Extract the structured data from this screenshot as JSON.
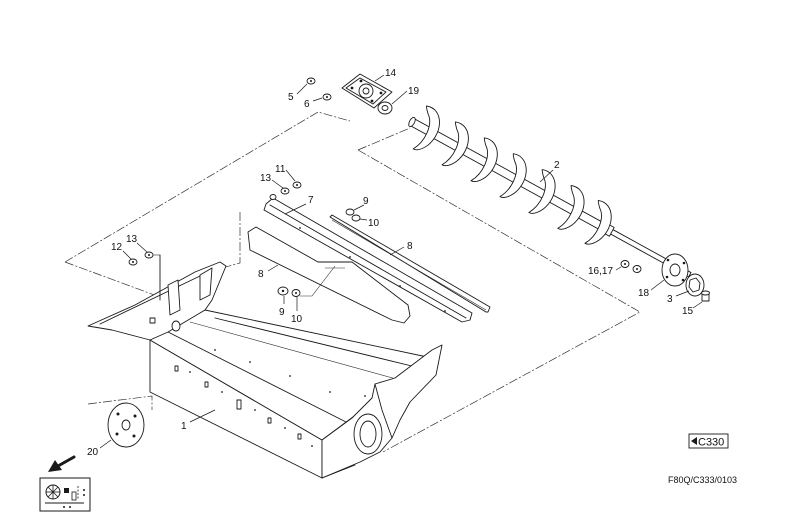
{
  "callouts": [
    "14",
    "5",
    "6",
    "19",
    "2",
    "11",
    "13",
    "7",
    "9",
    "10",
    "8",
    "13",
    "12",
    "8",
    "16,17",
    "18",
    "3",
    "15",
    "9",
    "10",
    "1",
    "20"
  ],
  "reference_tag": "C330",
  "drawing_number": "F80Q/C333/0103",
  "icons": {
    "reference_arrow": "triangle-left-icon",
    "direction": "arrow-down-left-icon",
    "view": "machine-view-icon"
  },
  "colors": {
    "line": "#1a1a1a",
    "background": "#ffffff"
  }
}
